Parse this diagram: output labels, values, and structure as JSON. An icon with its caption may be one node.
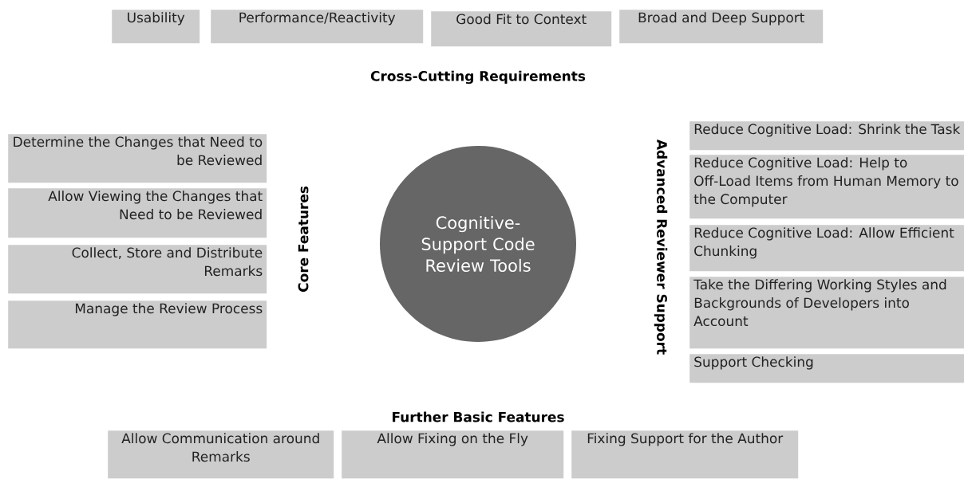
{
  "diagram": {
    "nodes": [
      {
        "text": [
          "Cognitive-Support Code Review Tools"
        ]
      },
      {
        "text": [
          "Usability"
        ]
      },
      {
        "text": [
          "Performance/Reactivity"
        ]
      },
      {
        "text": [
          "Good Fit to Context"
        ]
      },
      {
        "text": [
          "Broad and Deep Support"
        ]
      },
      {
        "text": [
          "Determine the Changes that Need to be Reviewed"
        ]
      },
      {
        "text": [
          "Allow Viewing the Changes that Need to be Reviewed"
        ]
      },
      {
        "text": [
          "Collect, Store and Distribute Remarks"
        ]
      },
      {
        "text": [
          "Manage the Review Process"
        ]
      },
      {
        "text": [
          "Reduce Cognitive Load: Shrink the Task"
        ]
      },
      {
        "text": [
          "Reduce Cognitive Load: Help to Off-Load Items from Human Memory to the Computer"
        ]
      },
      {
        "text": [
          "Reduce Cognitive Load: Allow Efficient Chunking"
        ]
      },
      {
        "text": [
          "Take the Differing Working Styles and Backgrounds of Developers into Account"
        ]
      },
      {
        "text": [
          "Support Checking"
        ]
      },
      {
        "text": [
          "Allow Communication around Remarks"
        ]
      },
      {
        "text": [
          "Allow Fixing on the Fly"
        ]
      },
      {
        "text": [
          "Fixing Support for the Author"
        ]
      }
    ],
    "edges": [],
    "labels": [
      "Cross-Cutting Requirements",
      "Core Features",
      "Advanced Reviewer Support",
      "Further Basic Features"
    ]
  }
}
